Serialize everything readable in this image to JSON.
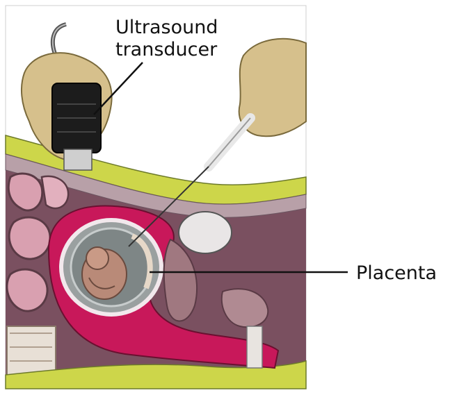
{
  "labels": {
    "transducer_line1": "Ultrasound",
    "transducer_line2": "transducer",
    "placenta": "Placenta"
  },
  "colors": {
    "skin": "#d6c08c",
    "uterus": "#c8185a",
    "fat": "#cdd64a",
    "amniotic": "#9aa0a0",
    "fetus": "#b98a78",
    "probe": "#1c1c1c"
  }
}
